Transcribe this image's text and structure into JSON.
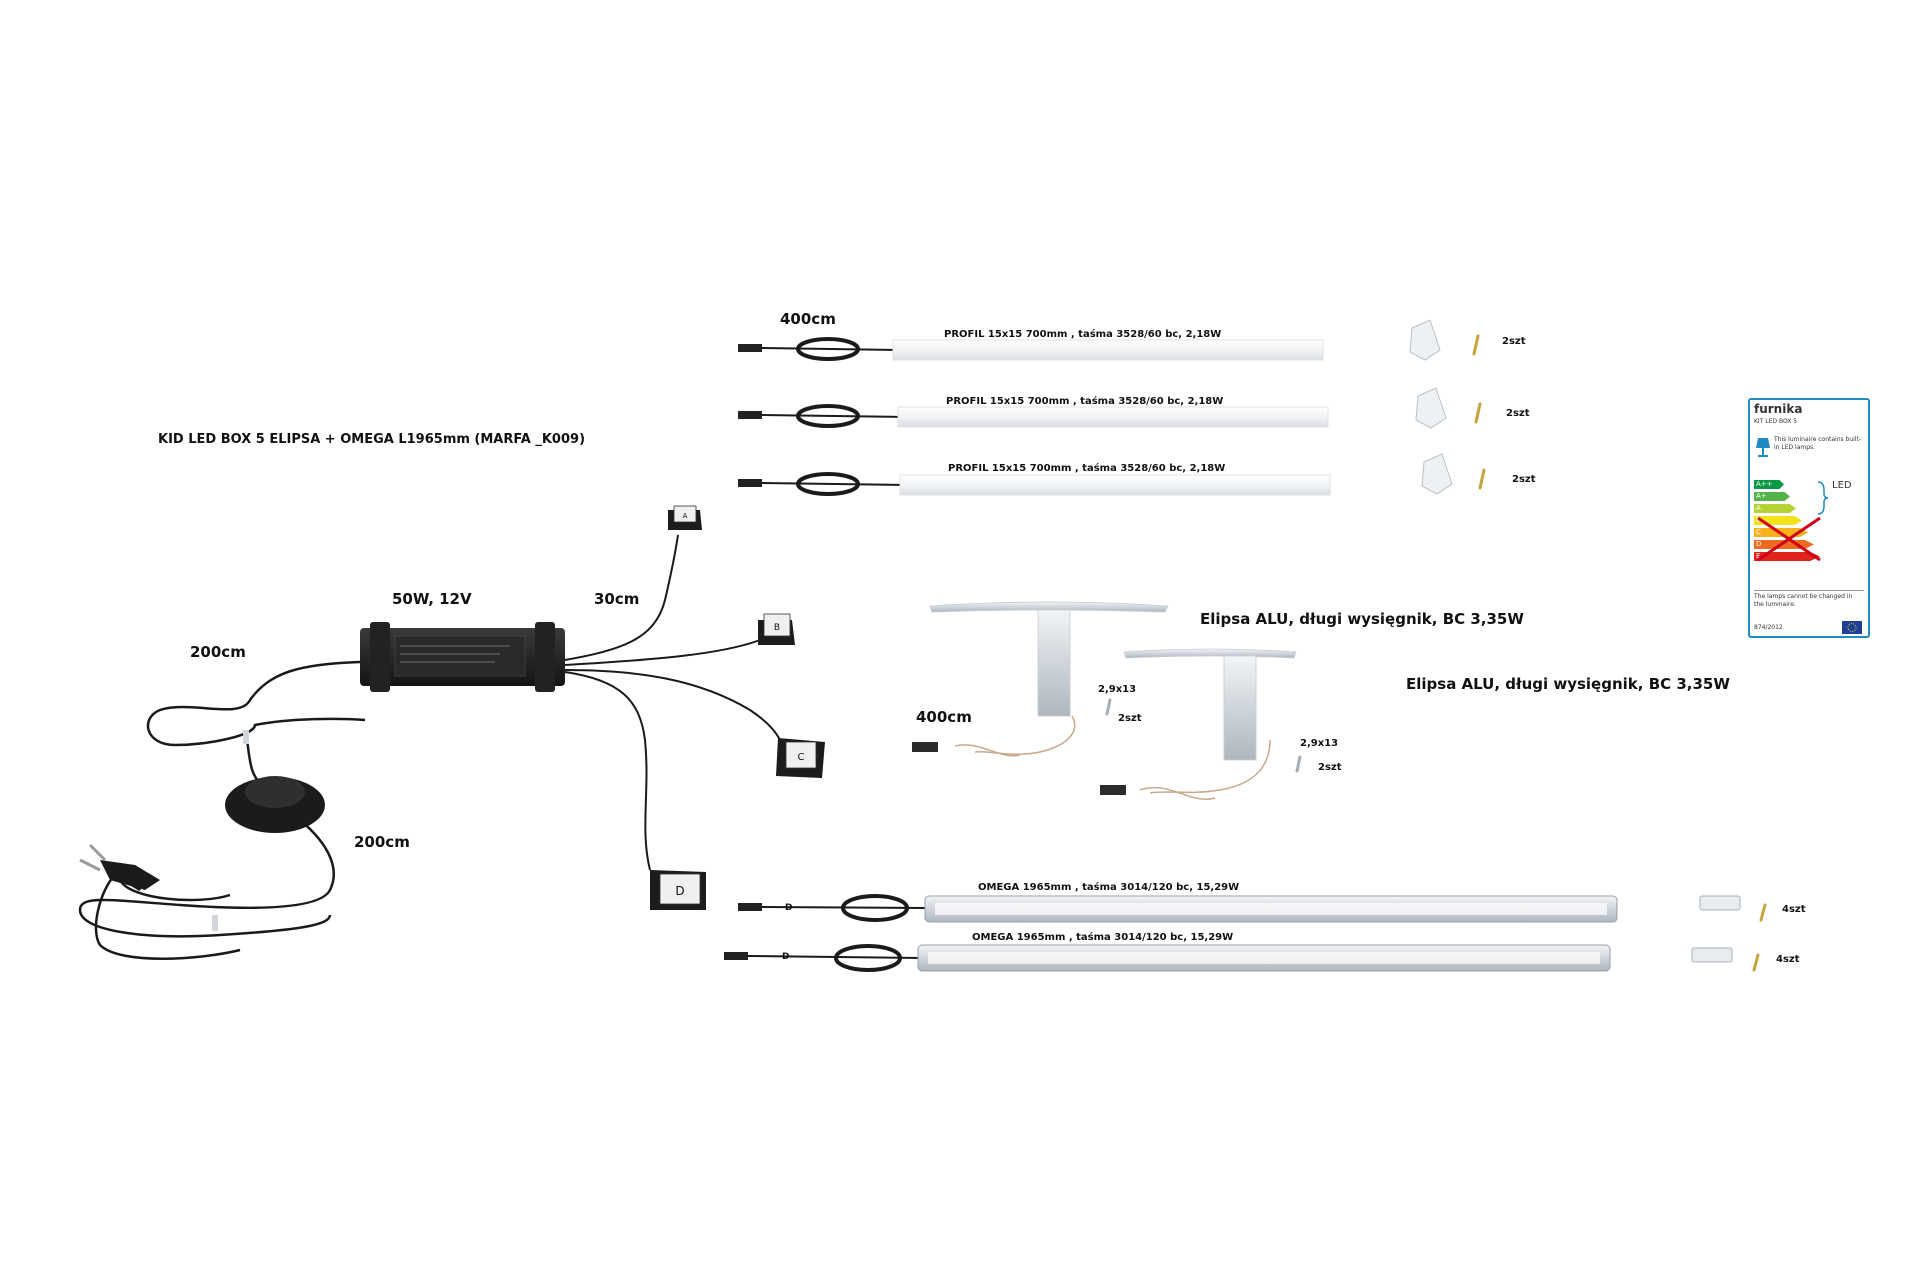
{
  "title": "KID LED BOX 5 ELIPSA + OMEGA L1965mm (MARFA _K009)",
  "power_supply": {
    "rating": "50W, 12V"
  },
  "cables": {
    "supply_to_switch": "200cm",
    "switch_to_plug": "200cm",
    "splitter": "30cm",
    "profile_lead": "400cm",
    "elipsa_lead": "400cm"
  },
  "connectors": [
    "A",
    "B",
    "C",
    "D"
  ],
  "profiles": [
    {
      "name": "PROFIL 15x15   700mm",
      "spec": ", taśma 3528/60 bc, 2,18W",
      "fixing": "2szt"
    },
    {
      "name": "PROFIL 15x15   700mm",
      "spec": ", taśma 3528/60 bc, 2,18W",
      "fixing": "2szt"
    },
    {
      "name": "PROFIL 15x15   700mm",
      "spec": ", taśma 3528/60 bc, 2,18W",
      "fixing": "2szt"
    }
  ],
  "elipsa": [
    {
      "label": "Elipsa ALU, długi wysięgnik, BC 3,35W",
      "screw": "2,9x13",
      "qty": "2szt"
    },
    {
      "label": "Elipsa ALU, długi wysięgnik, BC 3,35W",
      "screw": "2,9x13",
      "qty": "2szt"
    }
  ],
  "omega": [
    {
      "label": "OMEGA 1965mm , taśma 3014/120 bc, 15,29W",
      "fixing": "4szt",
      "plug": "D"
    },
    {
      "label": "OMEGA 1965mm , taśma 3014/120 bc, 15,29W",
      "fixing": "4szt",
      "plug": "D"
    }
  ],
  "energy_label": {
    "brand": "furnika",
    "model": "KIT LED BOX 5",
    "info": "This luminaire contains built-in LED lamps.",
    "led": "LED",
    "classes": [
      "A++",
      "A+",
      "A",
      "B",
      "C",
      "D",
      "E"
    ],
    "note": "The lamps cannot be changed in the luminaire.",
    "regulation": "874/2012"
  },
  "colors": {
    "cable": "#1a1a1a",
    "aluminium": "#d8dde2",
    "energy_border": "#1e8bc3"
  }
}
